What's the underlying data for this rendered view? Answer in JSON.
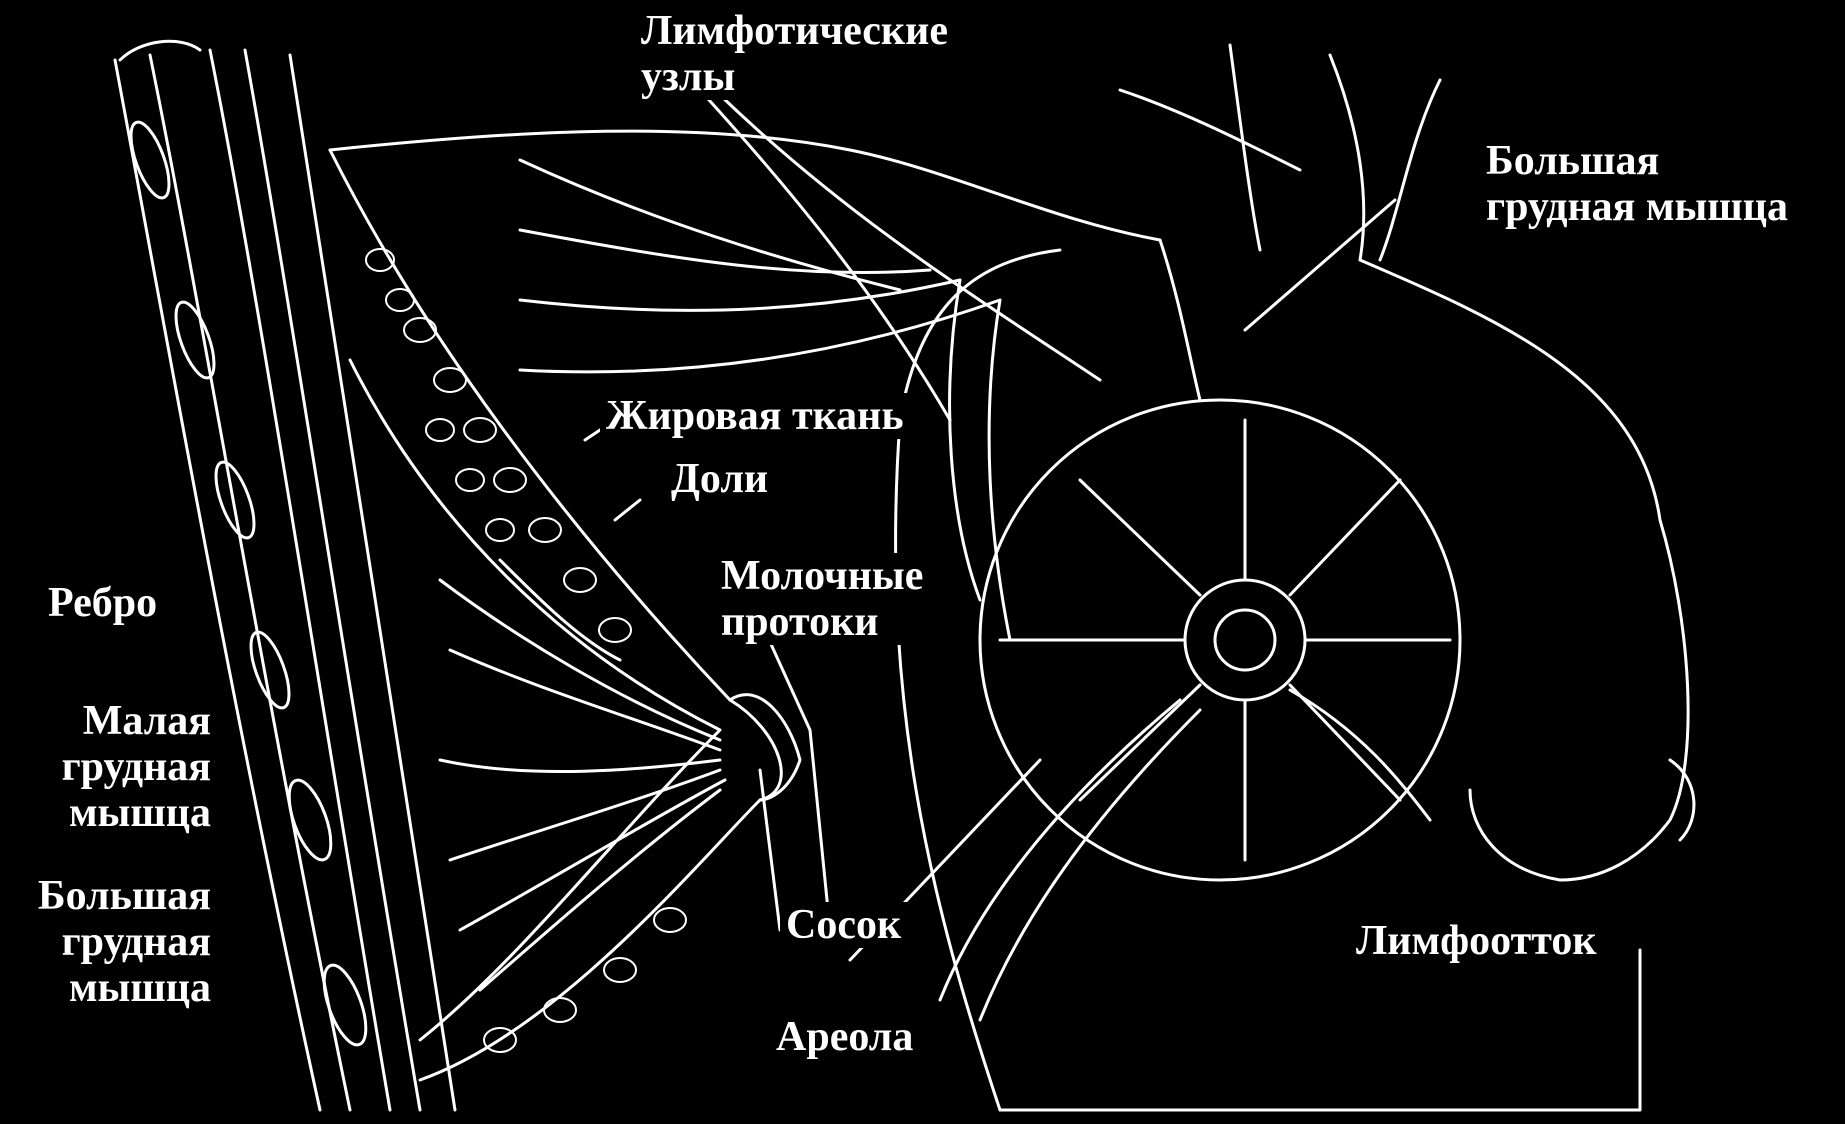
{
  "labels": {
    "lymph_nodes": "Лимфотические\nузлы",
    "pectoralis_major_top": "Большая\nгрудная мышца",
    "adipose": "Жировая ткань",
    "lobes": "Доли",
    "ducts": "Молочные\nпротоки",
    "rib": "Ребро",
    "pectoralis_minor": "Малая\nгрудная\nмышца",
    "pectoralis_major_left": "Большая\nгрудная\nмышца",
    "nipple": "Сосок",
    "areola": "Ареола",
    "lymph_drainage": "Лимфоотток"
  },
  "colors": {
    "background": "#000000",
    "lines": "#ffffff"
  }
}
